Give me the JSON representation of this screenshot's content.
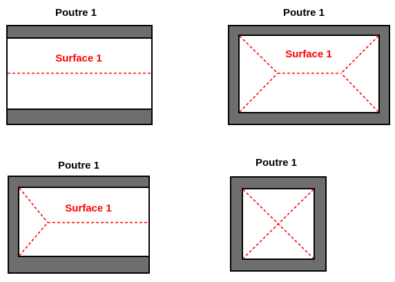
{
  "colors": {
    "beam_fill": "#6e6e6e",
    "outline": "#000000",
    "panel_fill": "#ffffff",
    "dashed_line": "#ff0000",
    "label_text": "#ff0000"
  },
  "panels": [
    {
      "title": "Poutre 1",
      "surface_label": "Surface 1"
    },
    {
      "title": "Poutre 1",
      "surface_label": "Surface 1"
    },
    {
      "title": "Poutre 1",
      "surface_label": "Surface 1"
    },
    {
      "title": "Poutre 1"
    }
  ]
}
